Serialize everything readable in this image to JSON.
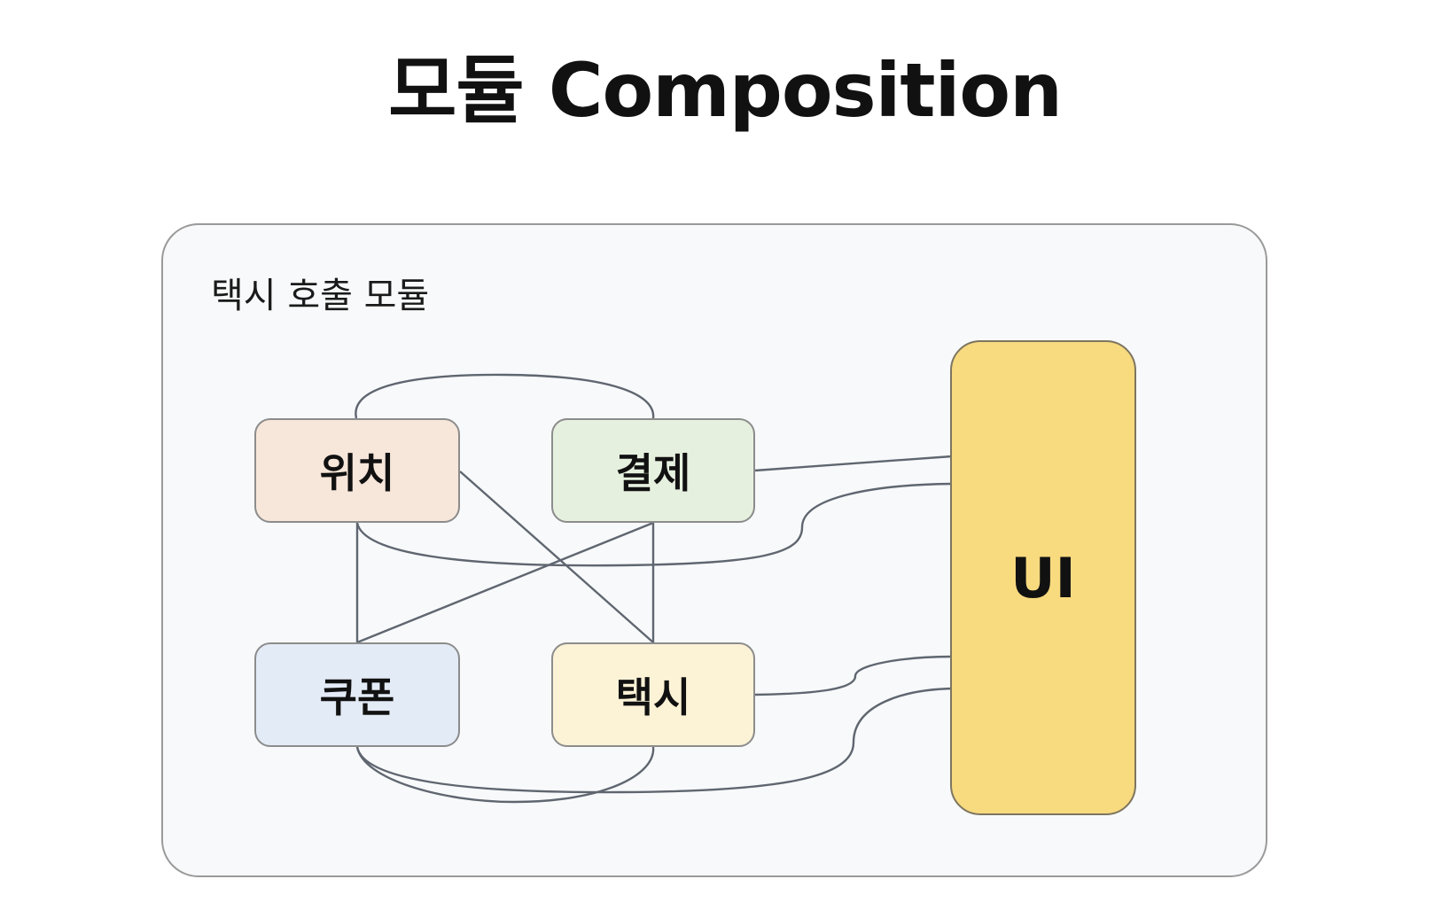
{
  "title": "모듈 Composition",
  "container": {
    "label": "택시 호출 모듈"
  },
  "nodes": {
    "location": "위치",
    "payment": "결제",
    "coupon": "쿠폰",
    "taxi": "택시",
    "ui": "UI"
  },
  "colors": {
    "location": "#f7e6da",
    "payment": "#e6f0df",
    "coupon": "#e3ebf6",
    "taxi": "#fcf2d6",
    "ui": "#f8da7f",
    "container": "#f8f9fa",
    "edge": "#5f6670"
  }
}
